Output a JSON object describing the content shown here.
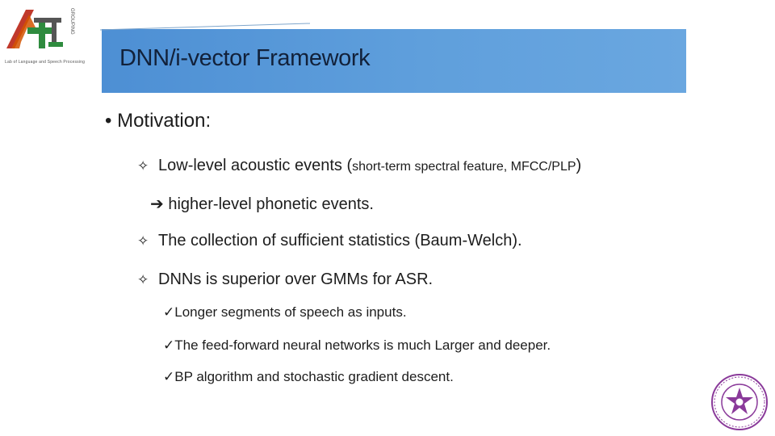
{
  "logo": {
    "icon": "ast-logo-icon",
    "side_text": "GROUPING",
    "caption": "Lab of Language and Speech Processing"
  },
  "title": "DNN/i-vector Framework",
  "motivation": {
    "label": "Motivation:",
    "points": [
      {
        "text": "Low-level acoustic events (",
        "small": "short-term spectral feature, MFCC/PLP",
        "tail": ")"
      },
      {
        "arrow_text": "higher-level phonetic events."
      },
      {
        "text": "The collection of sufficient statistics (Baum-Welch)."
      },
      {
        "text": "DNNs is superior over GMMs for ASR."
      }
    ],
    "checks": [
      "Longer segments of speech as inputs.",
      "The feed-forward neural networks is much Larger and deeper.",
      "BP algorithm and stochastic gradient descent."
    ]
  },
  "seal": {
    "icon": "university-seal-icon"
  },
  "colors": {
    "title_bar": "#5b9bd9",
    "seal": "#8a3a9a",
    "logo_red": "#c0392b",
    "logo_green": "#2e8b3e"
  }
}
